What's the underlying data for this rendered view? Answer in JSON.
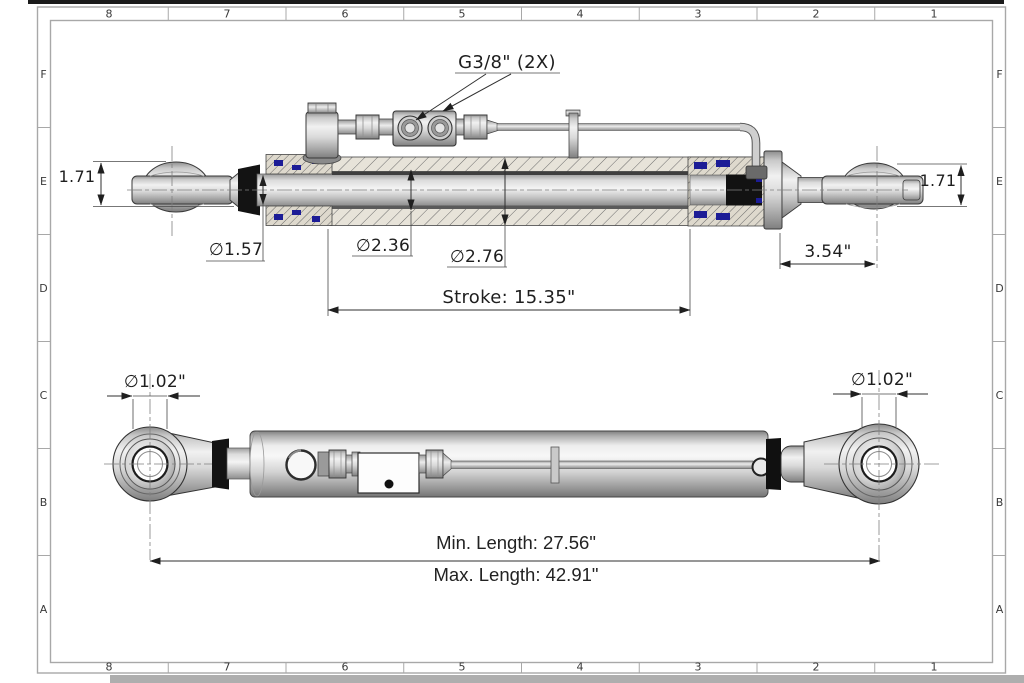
{
  "sheet": {
    "background": "#ffffff",
    "frame_line_color": "#a8a8a8",
    "top_edge_color": "#1b1b1b",
    "bottom_edge_color": "#aeaeae"
  },
  "frame": {
    "columns": [
      "8",
      "7",
      "6",
      "5",
      "4",
      "3",
      "2",
      "1"
    ],
    "rows": [
      "F",
      "E",
      "D",
      "C",
      "B",
      "A"
    ]
  },
  "dims": {
    "ports": "G3/8\" (2X)",
    "eye_width_left": "1.71",
    "eye_width_right": "1.71",
    "rod_dia": "∅1.57",
    "bore_dia": "∅2.36",
    "barrel_dia": "∅2.76",
    "stroke": "Stroke: 15.35\"",
    "rod_end_len": "3.54\"",
    "eye_hole_left": "∅1.02\"",
    "eye_hole_right": "∅1.02\"",
    "min_length": "Min. Length: 27.56\"",
    "max_length": "Max. Length: 42.91\""
  },
  "colors": {
    "seal_blue": "#1c1c96",
    "boot_black": "#131313",
    "section_face": "#e7e3d9",
    "dim_line": "#2f2f2f",
    "metal_mid": "#c9c9c9"
  }
}
